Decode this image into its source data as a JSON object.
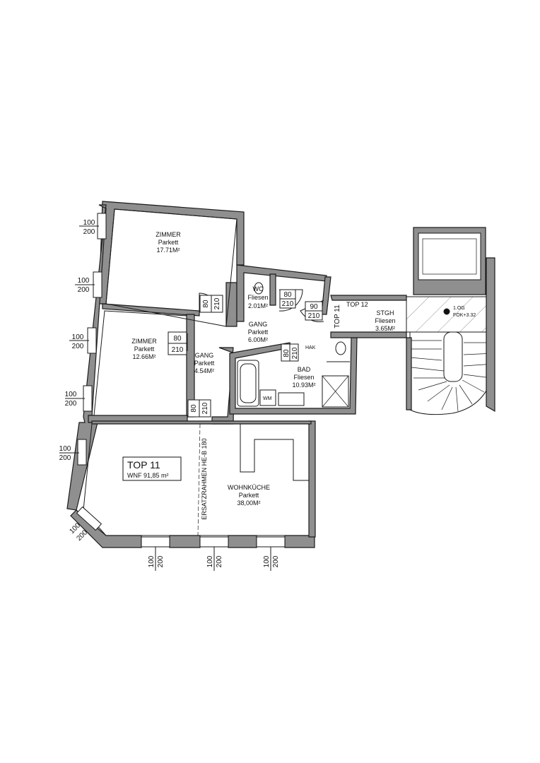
{
  "rooms": [
    {
      "name": "ZIMMER",
      "floor": "Parkett",
      "area": "17.71M²"
    },
    {
      "name": "ZIMMER",
      "floor": "Parkett",
      "area": "12.66M²"
    },
    {
      "name": "GANG",
      "floor": "Parkett",
      "area": "4.54M²"
    },
    {
      "name": "WC",
      "floor": "Fliesen",
      "area": "2.01M²"
    },
    {
      "name": "GANG",
      "floor": "Parkett",
      "area": "6.00M²"
    },
    {
      "name": "BAD",
      "floor": "Fliesen",
      "area": "10.93M²"
    },
    {
      "name": "STGH",
      "floor": "Fliesen",
      "area": "3.65M²"
    },
    {
      "name": "WOHNKÜCHE",
      "floor": "Parkett",
      "area": "38,00M²"
    }
  ],
  "unit_box": {
    "title": "TOP 11",
    "subtitle": "WNF 91,85 m²"
  },
  "doors": [
    {
      "width": "80",
      "height": "210"
    },
    {
      "width": "80",
      "height": "210"
    },
    {
      "width": "80",
      "height": "210"
    },
    {
      "width": "80",
      "height": "210"
    },
    {
      "width": "90",
      "height": "210"
    },
    {
      "width": "80",
      "height": "210"
    }
  ],
  "windows_left": [
    {
      "width": "100",
      "height": "200"
    },
    {
      "width": "100",
      "height": "200"
    },
    {
      "width": "100",
      "height": "200"
    },
    {
      "width": "100",
      "height": "200"
    },
    {
      "width": "100",
      "height": "200"
    },
    {
      "width": "100",
      "height": "200"
    }
  ],
  "windows_bottom": [
    {
      "width": "100",
      "height": "200"
    },
    {
      "width": "100",
      "height": "200"
    },
    {
      "width": "100",
      "height": "200"
    }
  ],
  "labels": {
    "top11": "TOP 11",
    "top12": "TOP 12",
    "ersatz": "ERSATZRAHMEN HE-B 180",
    "hak": "HAK",
    "wm": "WM",
    "level": "1.OG",
    "fok": "FOK+3.32"
  }
}
